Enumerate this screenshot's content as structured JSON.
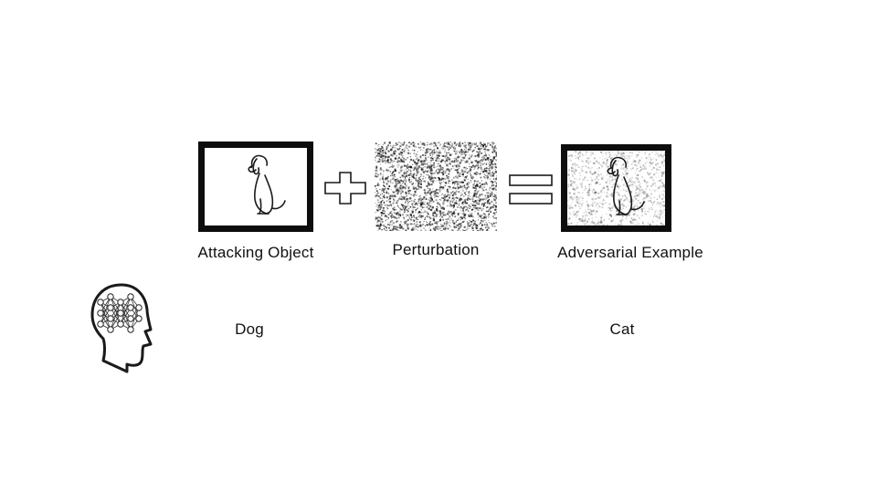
{
  "equation": {
    "attacking_object": {
      "label": "Attacking Object",
      "icon": "dog-icon"
    },
    "operator_plus": "plus-sign",
    "perturbation": {
      "label": "Perturbation",
      "icon": "noise-pattern"
    },
    "operator_equals": "equals-sign",
    "adversarial_example": {
      "label": "Adversarial Example",
      "icon": "noisy-dog-icon"
    }
  },
  "classifier": {
    "icon": "neural-network-head-icon",
    "prediction_original": "Dog",
    "prediction_adversarial": "Cat"
  },
  "colors": {
    "frame": "#0d0d0d",
    "ink": "#111111",
    "background": "#ffffff"
  }
}
